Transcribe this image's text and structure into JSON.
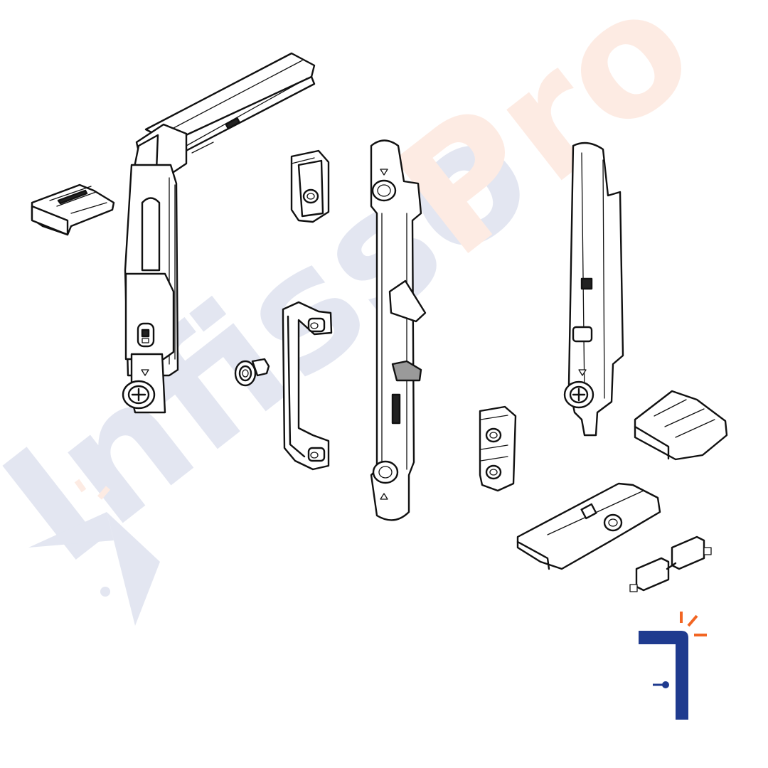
{
  "watermark": {
    "text_part1": "Infisso",
    "text_part2": "Pro",
    "color_part1": "#1f3b8f",
    "color_part2": "#f26522",
    "opacity": 0.12
  },
  "logo": {
    "icon": "infissopro-logo-mark-icon",
    "color_frame": "#1f3b8f",
    "color_spark": "#f26522"
  },
  "parts": [
    {
      "name": "corner-drive-icon"
    },
    {
      "name": "end-cap-clip-icon"
    },
    {
      "name": "small-keeper-icon"
    },
    {
      "name": "bolt-icon"
    },
    {
      "name": "handle-bridge-icon"
    },
    {
      "name": "center-lock-plate-icon"
    },
    {
      "name": "double-keeper-icon"
    },
    {
      "name": "lock-strip-icon"
    },
    {
      "name": "end-cap-block-icon"
    },
    {
      "name": "base-bracket-icon"
    },
    {
      "name": "connector-link-icon"
    }
  ]
}
